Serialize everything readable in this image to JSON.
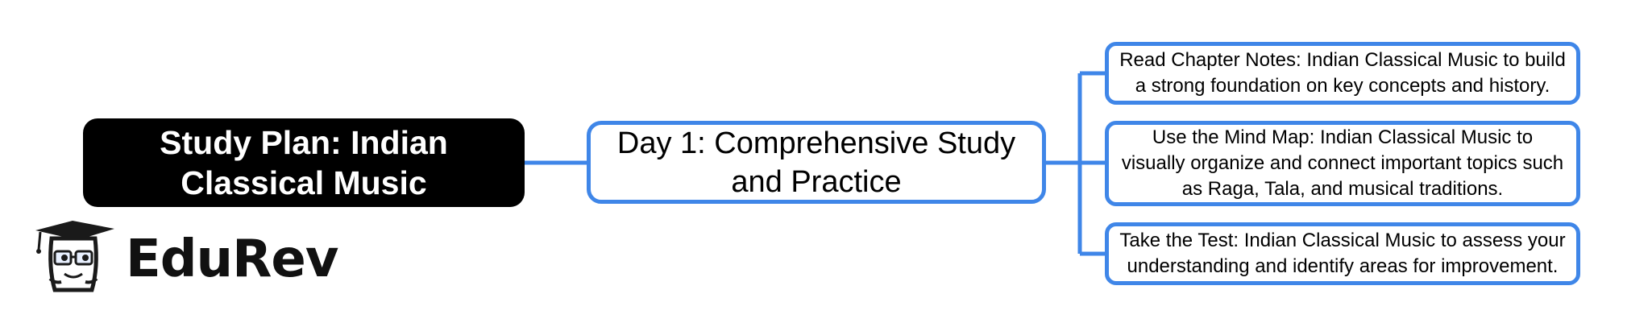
{
  "root": {
    "label": "Study Plan: Indian Classical Music"
  },
  "day": {
    "label": "Day 1: Comprehensive Study and Practice"
  },
  "tasks": [
    {
      "label": "Read Chapter Notes: Indian Classical Music to build a strong foundation on key concepts and history."
    },
    {
      "label": "Use the Mind Map: Indian Classical Music to visually organize and connect important topics such as Raga, Tala, and musical traditions."
    },
    {
      "label": "Take the Test: Indian Classical Music to assess your understanding and identify areas for improvement."
    }
  ],
  "brand": {
    "name": "EduRev",
    "icon": "edurev-mascot-icon"
  },
  "colors": {
    "connector": "#3f86e8",
    "root_fill": "#000000",
    "text": "#000000"
  }
}
